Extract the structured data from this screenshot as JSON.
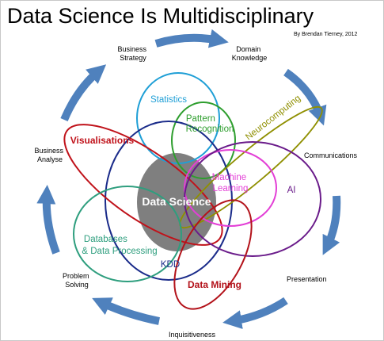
{
  "title": "Data Science Is Multidisciplinary",
  "byline": "By Brendan Tierney, 2012",
  "center": {
    "label": "Data Science",
    "color": "#7f7f7f"
  },
  "outer_labels": [
    {
      "key": "business-strategy",
      "lines": [
        "Business",
        "Strategy"
      ]
    },
    {
      "key": "domain-knowledge",
      "lines": [
        "Domain",
        "Knowledge"
      ]
    },
    {
      "key": "communications",
      "lines": [
        "Communications"
      ]
    },
    {
      "key": "presentation",
      "lines": [
        "Presentation"
      ]
    },
    {
      "key": "inquisitiveness",
      "lines": [
        "Inquisitiveness"
      ]
    },
    {
      "key": "problem-solving",
      "lines": [
        "Problem",
        "Solving"
      ]
    },
    {
      "key": "business-analyse",
      "lines": [
        "Business",
        "Analyse"
      ]
    }
  ],
  "disciplines": [
    {
      "key": "statistics",
      "lines": [
        "Statistics"
      ],
      "color": "#1f9fd6"
    },
    {
      "key": "pattern-recognition",
      "lines": [
        "Pattern",
        "Recognition"
      ],
      "color": "#2e9e2e"
    },
    {
      "key": "neurocomputing",
      "lines": [
        "Neurocomputing"
      ],
      "color": "#8f8f00"
    },
    {
      "key": "visualisations",
      "lines": [
        "Visualisations"
      ],
      "color": "#c0121a"
    },
    {
      "key": "machine-learning",
      "lines": [
        "Machine",
        "Learning"
      ],
      "color": "#e33fd6"
    },
    {
      "key": "ai",
      "lines": [
        "AI"
      ],
      "color": "#6a1b8a"
    },
    {
      "key": "databases",
      "lines": [
        "Databases",
        "& Data Processing"
      ],
      "color": "#2e9e7e"
    },
    {
      "key": "kdd",
      "lines": [
        "KDD"
      ],
      "color": "#1a2b8a"
    },
    {
      "key": "data-mining",
      "lines": [
        "Data Mining"
      ],
      "color": "#b3121a"
    }
  ],
  "arrow_color": "#4f81bd"
}
